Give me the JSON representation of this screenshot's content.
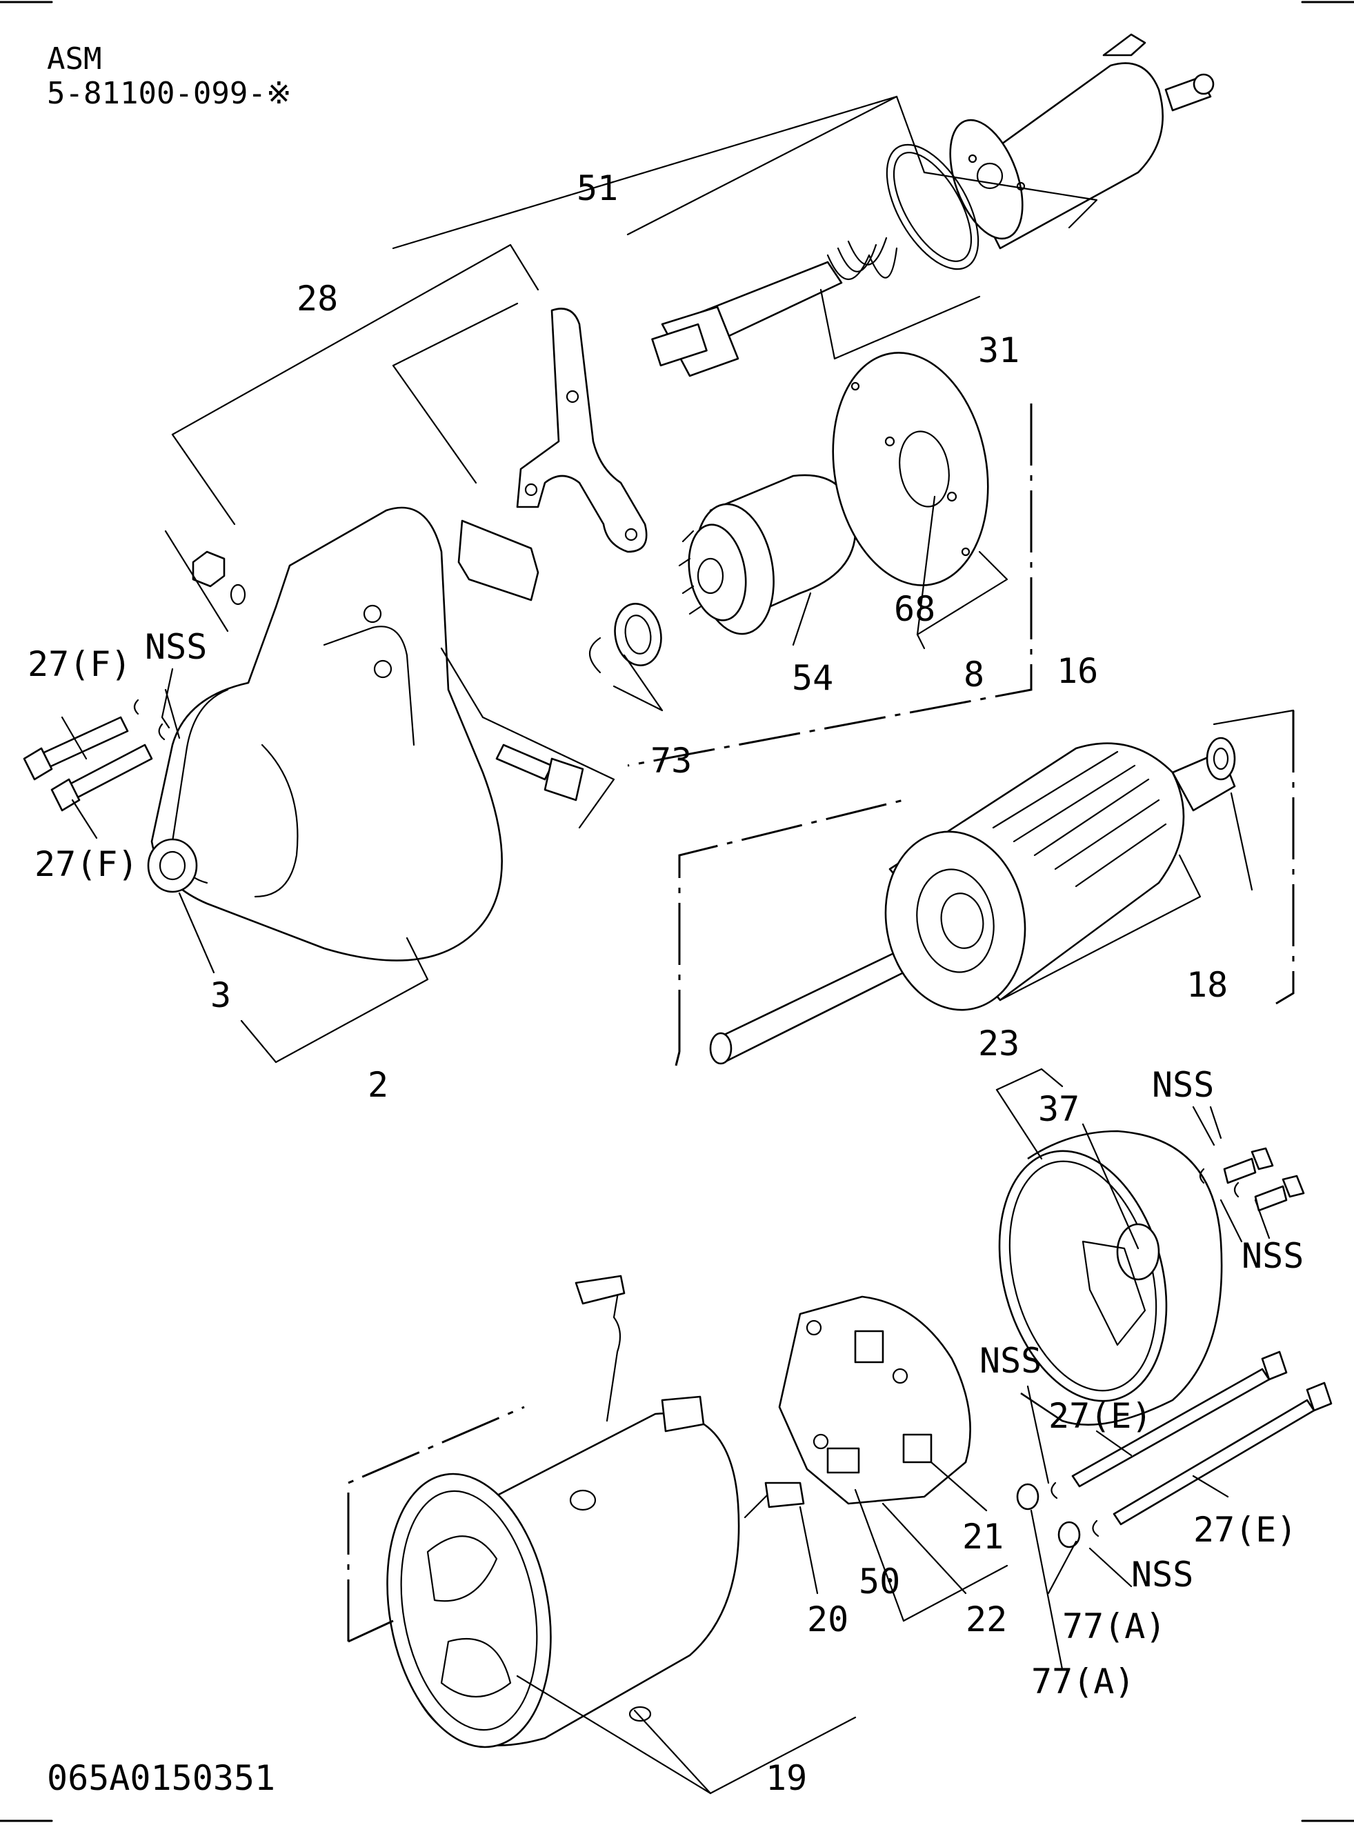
{
  "header": {
    "line1": "ASM",
    "line2": "5-81100-099-※"
  },
  "footer": {
    "code": "065A0150351"
  },
  "callouts": {
    "c51": "51",
    "c28": "28",
    "c31": "31",
    "c68": "68",
    "c8": "8",
    "c54": "54",
    "c73": "73",
    "c27f_a": "27(F)",
    "c27f_b": "27(F)",
    "c_nss_a": "NSS",
    "c16": "16",
    "c18": "18",
    "c3": "3",
    "c2": "2",
    "c23": "23",
    "c37": "37",
    "c_nss_b": "NSS",
    "c_nss_c": "NSS",
    "c_nss_d": "NSS",
    "c27e_a": "27(E)",
    "c27e_b": "27(E)",
    "c21": "21",
    "c50": "50",
    "c20": "20",
    "c22": "22",
    "c77a_a": "77(A)",
    "c77a_b": "77(A)",
    "c_nss_e": "NSS",
    "c19": "19"
  }
}
